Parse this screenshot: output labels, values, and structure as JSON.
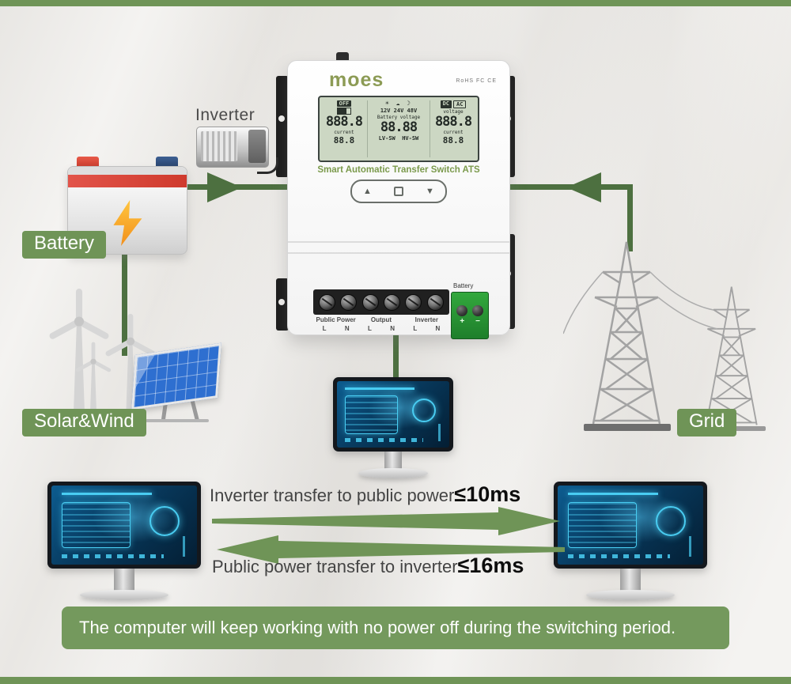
{
  "theme": {
    "accent_green": "#6f9457",
    "line_green": "#4d7040",
    "screen_cyan": "#49cdf2"
  },
  "device": {
    "brand": "moes",
    "certs": "RoHS FC CE",
    "name": "Smart Automatic Transfer Switch ATS",
    "lcd": {
      "off_tag": "OFF",
      "mode_icons": "☀ ☁ ☽",
      "volt_options": "12V 24V 48V",
      "battery_voltage_label": "Battery voltage",
      "battery_voltage": "88.88",
      "left_voltage": "888.8",
      "current_label": "current",
      "left_current": "88.8",
      "sw_labels": "LV-SW  HV-SW",
      "dc_tag": "DC",
      "ac_tag": "AC",
      "voltage_label": "voltage",
      "right_voltage": "888.8",
      "right_current": "88.8"
    },
    "buttons": {
      "up": "▲",
      "down": "▼"
    },
    "terminals": {
      "group1": "Public Power",
      "group2": "Output",
      "group3": "Inverter",
      "battery_label": "Battery",
      "wire_letters": [
        "L",
        "N",
        "L",
        "N",
        "L",
        "N"
      ],
      "plus": "+",
      "minus": "−"
    }
  },
  "callouts": {
    "inverter": "Inverter",
    "battery": "Battery",
    "solar_wind": "Solar&Wind",
    "grid": "Grid"
  },
  "transfer": {
    "line1_text": "Inverter transfer to public power",
    "line1_time": "≤10ms",
    "line2_text": "Public power transfer to inverter",
    "line2_time": "≤16ms"
  },
  "note": "The computer will keep working with no power off during the switching period."
}
